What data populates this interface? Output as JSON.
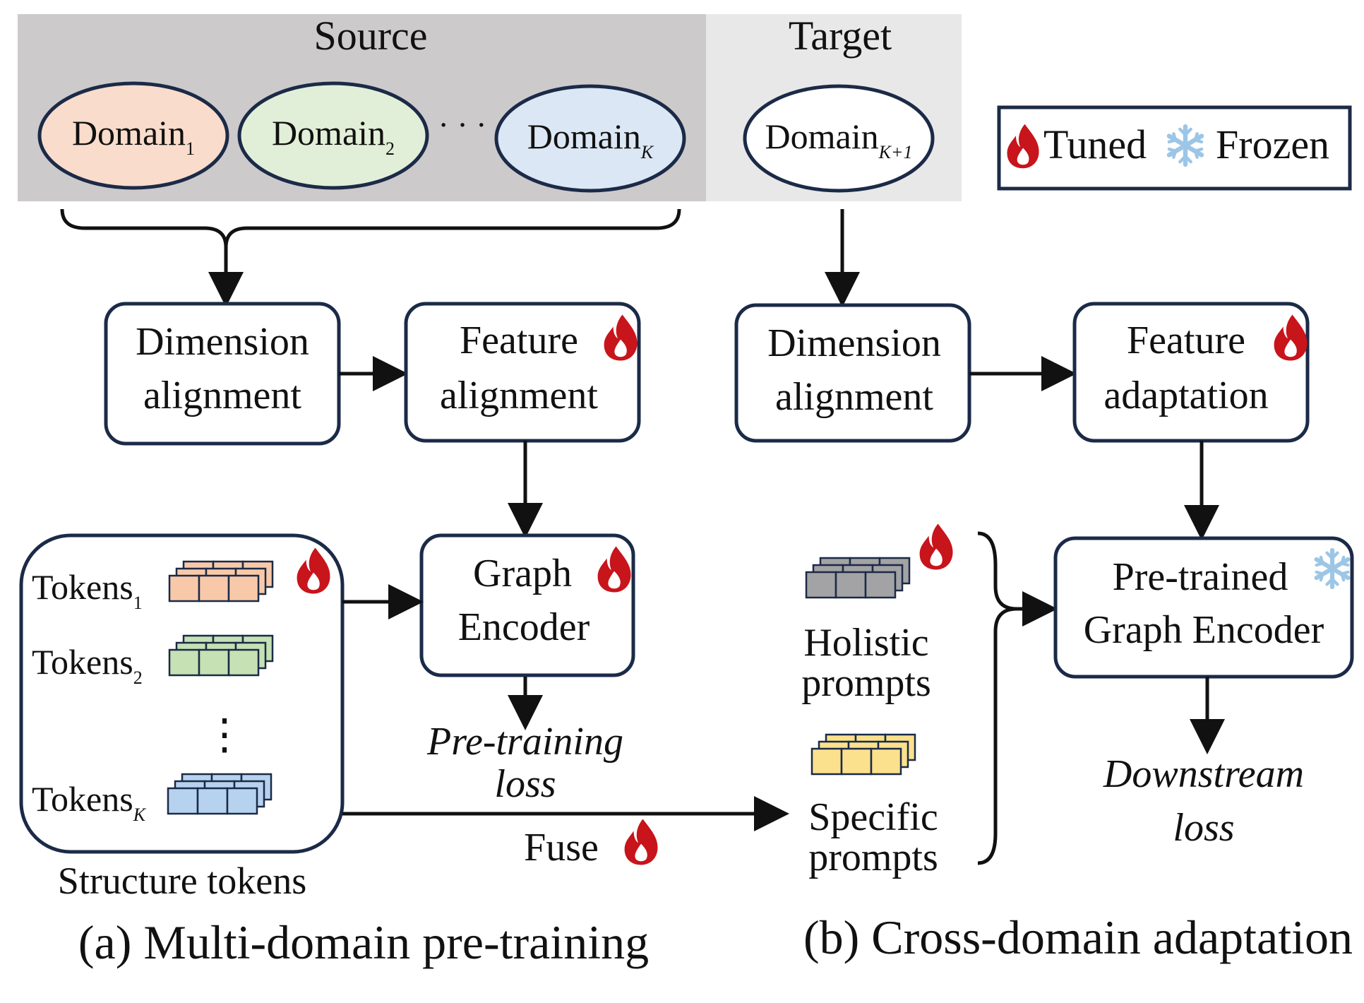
{
  "source_title": "Source",
  "target_title": "Target",
  "domains": {
    "d1": {
      "base": "Domain",
      "sub": "1"
    },
    "d2": {
      "base": "Domain",
      "sub": "2"
    },
    "dk": {
      "base": "Domain",
      "sub": "K"
    },
    "dk1": {
      "base": "Domain",
      "sub": "K+1"
    }
  },
  "ellipsis": "· · ·",
  "legend": {
    "tuned": "Tuned",
    "frozen": "Frozen"
  },
  "left": {
    "dim_align": [
      "Dimension",
      "alignment"
    ],
    "feat_align": [
      "Feature",
      "alignment"
    ],
    "graph_encoder": [
      "Graph",
      "Encoder"
    ],
    "tokens": [
      {
        "base": "Tokens",
        "sub": "1"
      },
      {
        "base": "Tokens",
        "sub": "2"
      },
      {
        "base": "Tokens",
        "sub": "K"
      }
    ],
    "vdots": "⋮",
    "structure_tokens": "Structure tokens",
    "pretrain_loss": [
      "Pre-training",
      "loss"
    ],
    "fuse": "Fuse"
  },
  "right": {
    "dim_align": [
      "Dimension",
      "alignment"
    ],
    "feat_adapt": [
      "Feature",
      "adaptation"
    ],
    "holistic": [
      "Holistic",
      "prompts"
    ],
    "specific": [
      "Specific",
      "prompts"
    ],
    "pretrained_encoder": [
      "Pre-trained",
      "Graph Encoder"
    ],
    "downstream_loss": [
      "Downstream",
      "loss"
    ]
  },
  "captions": {
    "a": "(a) Multi-domain pre-training",
    "b": "(b) Cross-domain adaptation"
  },
  "colors": {
    "box_stroke": "#1b2a47",
    "source_bg": "#cccacb",
    "target_bg": "#e8e8e8",
    "domain1_fill": "#f9dccb",
    "domain2_fill": "#e2efd8",
    "domainK_fill": "#dbe7f4",
    "flame": "#c8141b",
    "snow": "#9dc6e6",
    "tok1": "#f8c9a9",
    "tok2": "#c6e1b3",
    "tokK": "#b6d2ef",
    "holistic": "#a3a3a5",
    "specific": "#fbe18d"
  },
  "icons": [
    "flame-icon",
    "snowflake-icon",
    "token-stack-icon"
  ]
}
